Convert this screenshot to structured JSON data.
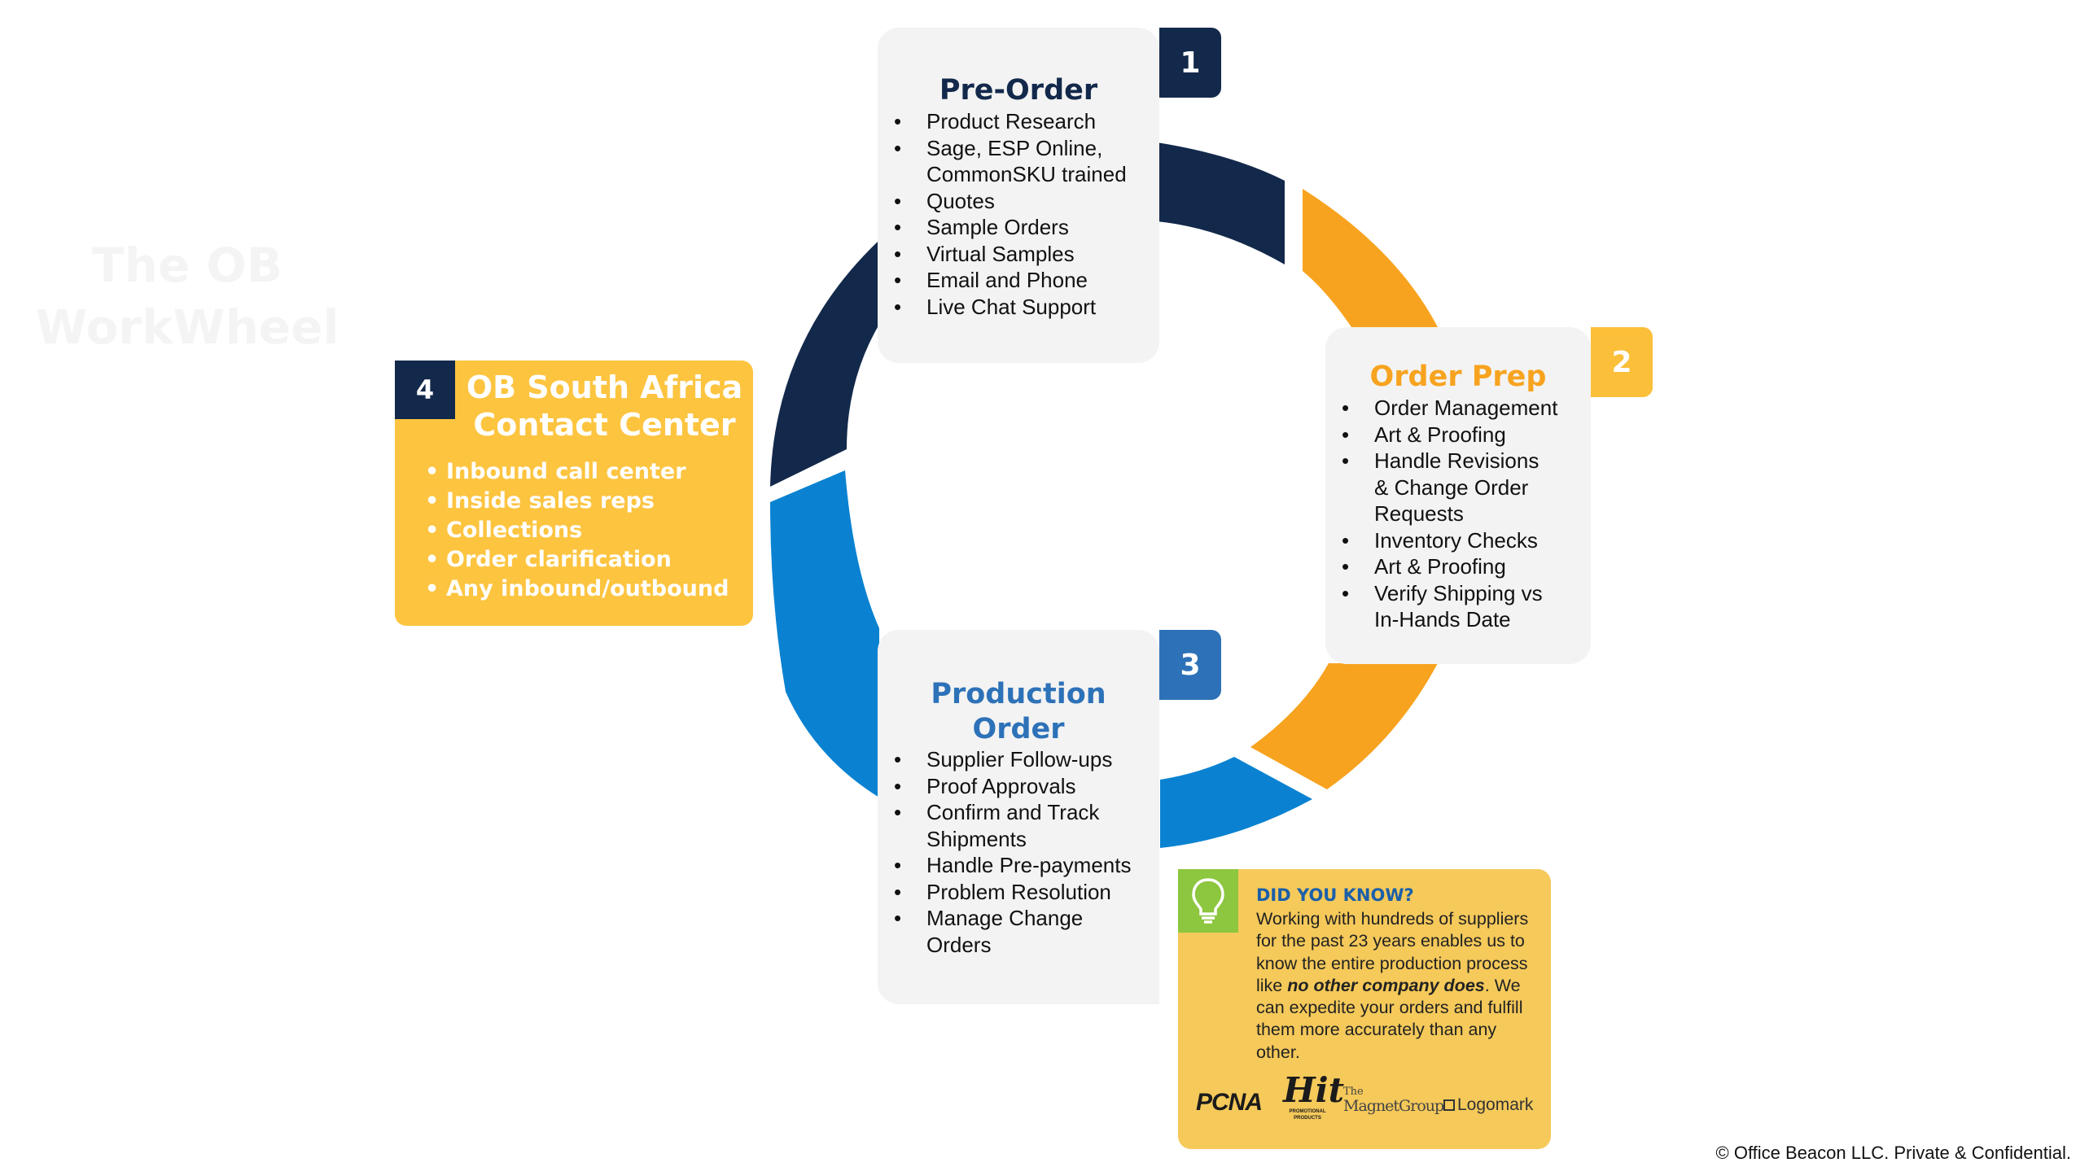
{
  "title": "The OB WorkWheel",
  "colors": {
    "navy": "#13294b",
    "orange": "#f7a31f",
    "gold": "#fbbf3a",
    "blue": "#0a82d1",
    "steel_blue": "#2d72b8",
    "card_gray": "#f3f3f3",
    "yellow_box": "#fdc440",
    "dyk_box": "#f5c95a",
    "dyk_icon_green": "#8dc63f"
  },
  "stages": {
    "pre_order": {
      "number": "1",
      "title": "Pre-Order",
      "items": [
        "Product Research",
        "Sage, ESP Online,",
        "CommonSKU trained",
        "Quotes",
        "Sample Orders",
        "Virtual Samples",
        "Email and Phone",
        "Live Chat Support"
      ]
    },
    "order_prep": {
      "number": "2",
      "title": "Order Prep",
      "items": [
        "Order Management",
        "Art & Proofing",
        "Handle Revisions",
        "& Change Order",
        "Requests",
        "Inventory Checks",
        "Art & Proofing",
        "Verify Shipping vs",
        "In-Hands Date"
      ]
    },
    "production_order": {
      "number": "3",
      "title_line1": "Production",
      "title_line2": "Order",
      "items": [
        "Supplier Follow-ups",
        "Proof Approvals",
        "Confirm and Track",
        "Shipments",
        "Handle Pre-payments",
        "Problem Resolution",
        "Manage Change",
        "Orders"
      ]
    },
    "south_africa": {
      "number": "4",
      "title_line1": "OB South Africa",
      "title_line2": "Contact Center",
      "items": [
        "Inbound call center",
        "Inside sales reps",
        "Collections",
        "Order clarification",
        "Any inbound/outbound"
      ]
    }
  },
  "did_you_know": {
    "icon": "lightbulb-icon",
    "title": "DID YOU KNOW?",
    "text_before": "Working with hundreds of suppliers for the past 23 years enables us to know the entire production process like ",
    "text_emphasis": "no other company does",
    "text_after": ". We can expedite your orders and fulfill them more accurately than any other.",
    "logos": {
      "pcna": "PCNA",
      "hit": "Hit",
      "hit_sub": "PROMOTIONAL PRODUCTS",
      "magnet_the": "The",
      "magnet": "MagnetGroup",
      "logomark": "Logomark"
    }
  },
  "footer": "© Office Beacon LLC. Private & Confidential."
}
